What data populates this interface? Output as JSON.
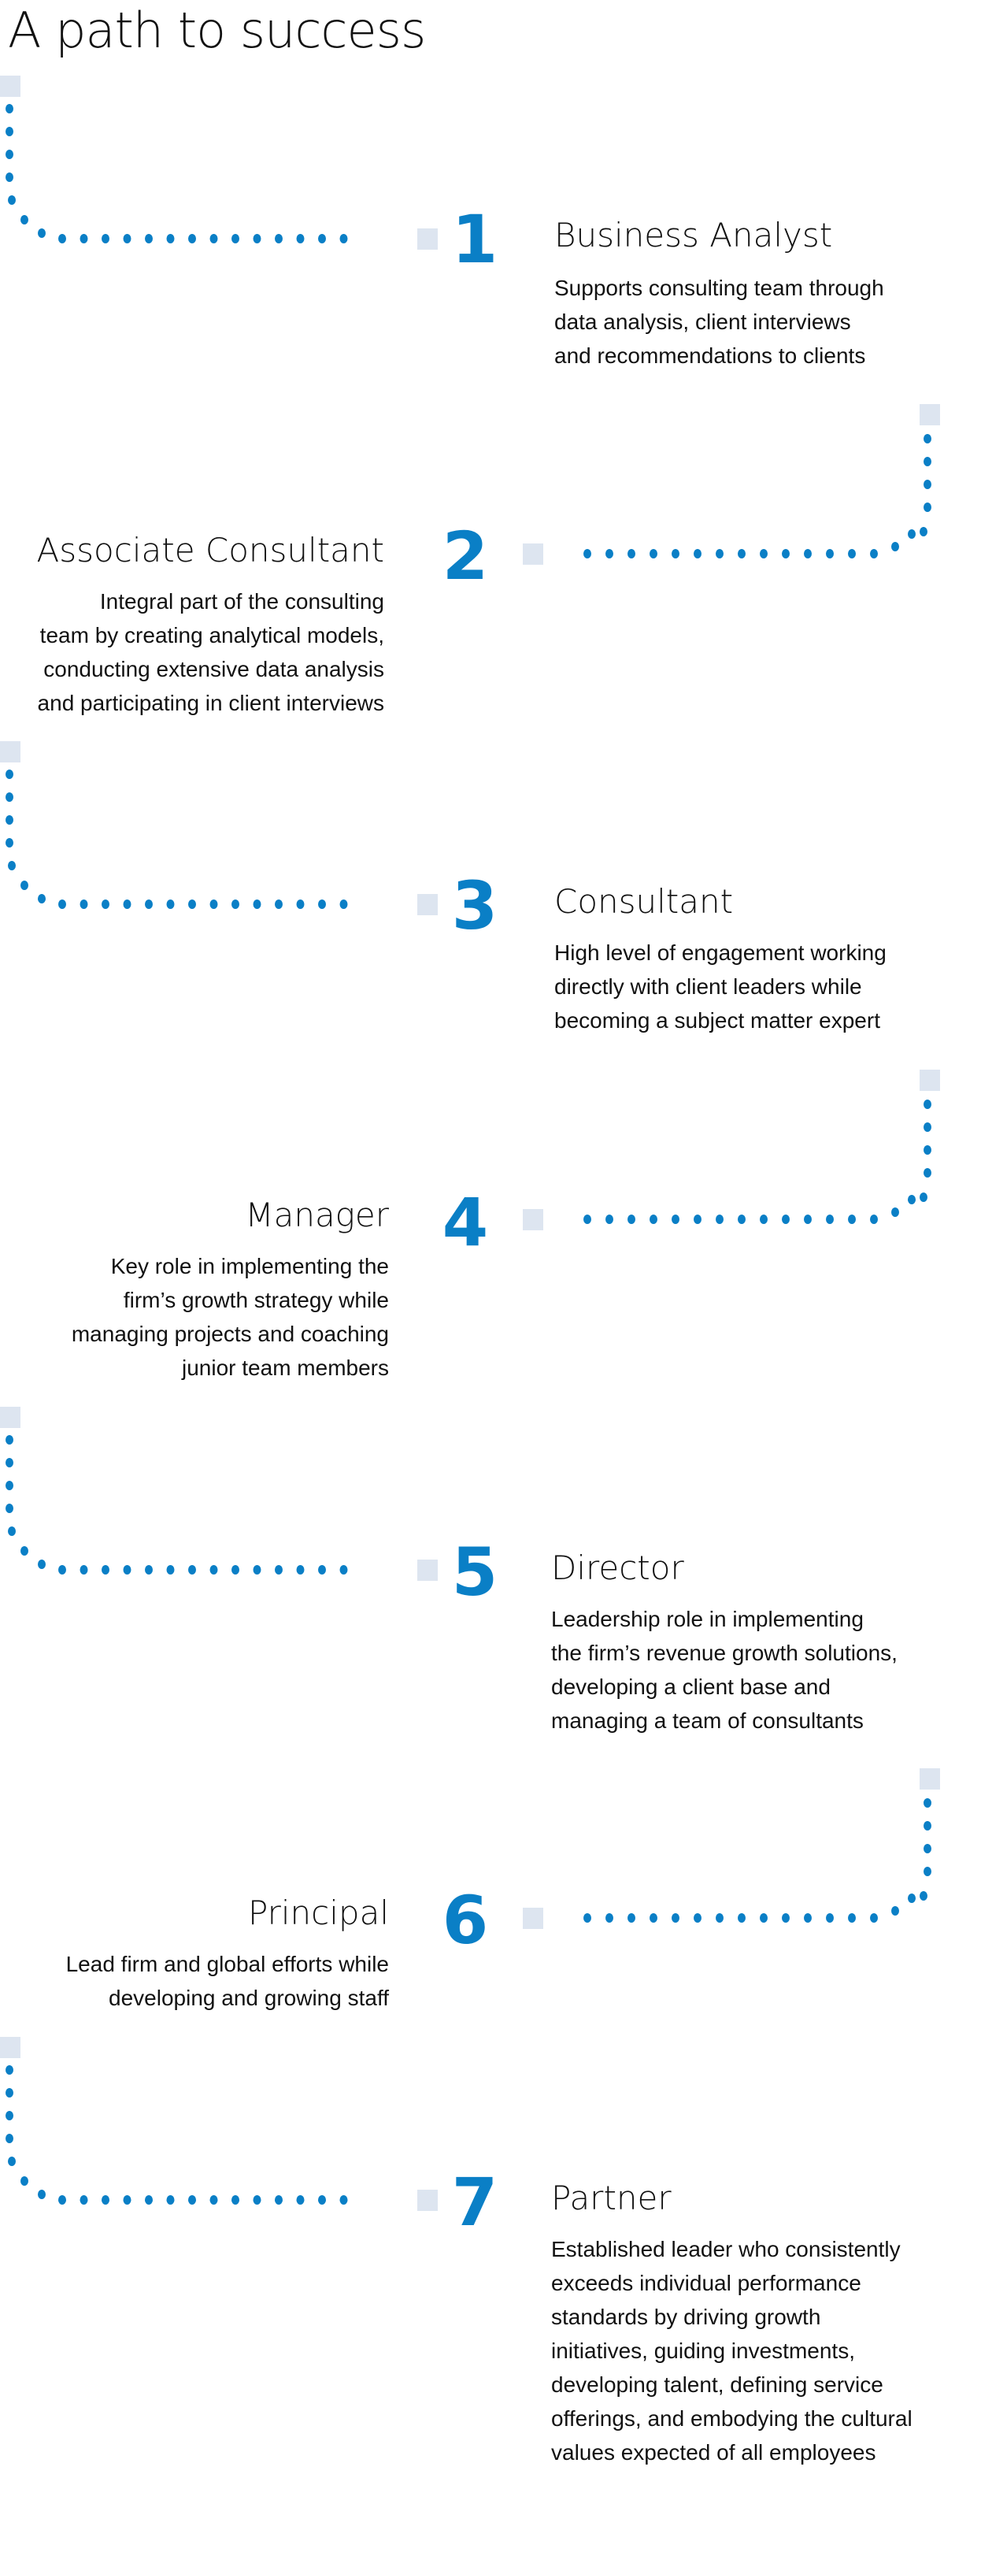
{
  "title": "A path to success",
  "colors": {
    "accent": "#0a7fc6",
    "square": "#dde5f0",
    "text": "#111111"
  },
  "steps": [
    {
      "number": "1",
      "title": "Business Analyst",
      "side": "right",
      "description": [
        "Supports consulting team through",
        "data analysis, client interviews",
        "and recommendations to clients"
      ]
    },
    {
      "number": "2",
      "title": "Associate Consultant",
      "side": "left",
      "description": [
        "Integral part of the consulting",
        "team by creating analytical models,",
        "conducting extensive data analysis",
        "and participating in client interviews"
      ]
    },
    {
      "number": "3",
      "title": "Consultant",
      "side": "right",
      "description": [
        "High level of engagement working",
        "directly with client leaders while",
        "becoming a subject matter expert"
      ]
    },
    {
      "number": "4",
      "title": "Manager",
      "side": "left",
      "description": [
        "Key role in implementing the",
        "firm’s growth strategy while",
        "managing projects and coaching",
        "junior team members"
      ]
    },
    {
      "number": "5",
      "title": "Director",
      "side": "right",
      "description": [
        "Leadership role in implementing",
        "the firm’s revenue growth solutions,",
        "developing a client base and",
        "managing a team of consultants"
      ]
    },
    {
      "number": "6",
      "title": "Principal",
      "side": "left",
      "description": [
        "Lead firm and global efforts while",
        "developing and growing staff"
      ]
    },
    {
      "number": "7",
      "title": "Partner",
      "side": "right",
      "description": [
        "Established leader who consistently",
        "exceeds individual performance",
        "standards by driving growth",
        "initiatives, guiding investments,",
        "developing talent, defining service",
        "offerings, and embodying the cultural",
        "values expected of all employees"
      ]
    }
  ]
}
